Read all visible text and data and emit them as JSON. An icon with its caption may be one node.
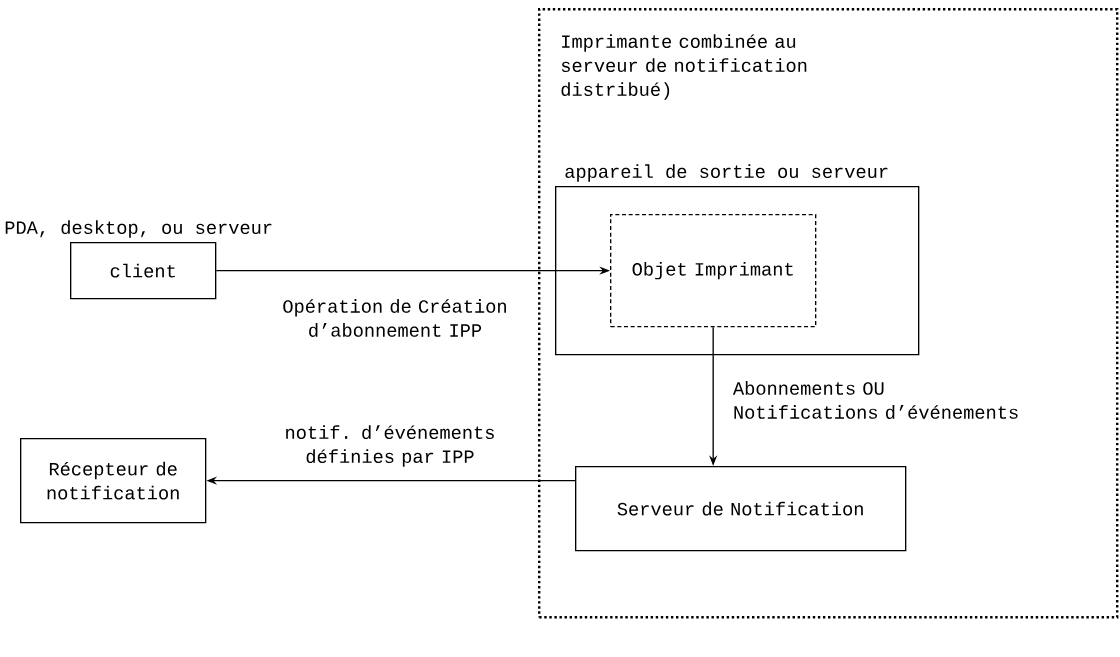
{
  "diagram": {
    "nodes": [
      {
        "text": [
          "Imprimante combinée au serveur de notification distribué)"
        ]
      },
      {
        "text": [
          "appareil de sortie ou serveur"
        ],
        "in": 0
      },
      {
        "text": [
          "Objet Imprimant"
        ],
        "in": 1
      },
      {
        "text": [
          "PDA, desktop, ou serveur",
          "client"
        ]
      },
      {
        "text": [
          "Serveur de Notification"
        ],
        "in": 0
      },
      {
        "text": [
          "Récepteur de notification"
        ]
      }
    ],
    "edges": [
      {
        "from": 3,
        "to": 2,
        "arrow": "to",
        "label": "Opération de Création d’abonnement IPP"
      },
      {
        "from": 2,
        "to": 4,
        "arrow": "to",
        "label": "Abonnements OU Notifications d’événements"
      },
      {
        "from": 4,
        "to": 5,
        "arrow": "to",
        "label": "notif. d’événements définies par IPP"
      }
    ]
  }
}
